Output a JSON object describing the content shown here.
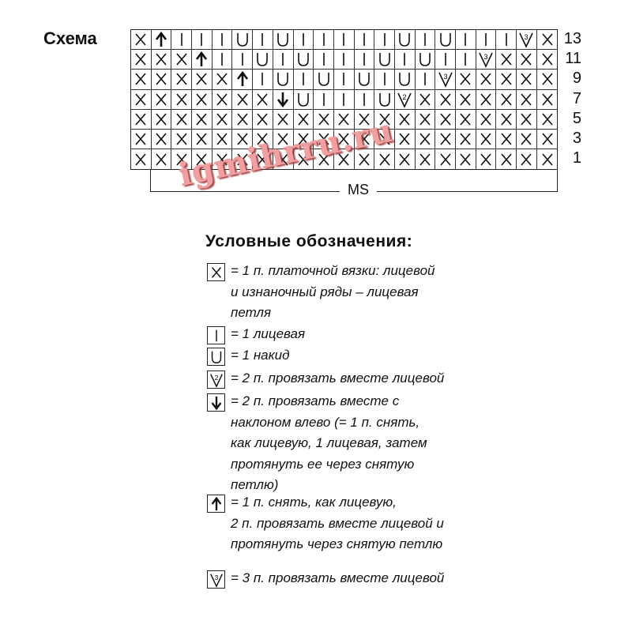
{
  "title": "Схема",
  "chart": {
    "rows": [
      {
        "label": "13",
        "cells": [
          "X",
          "up",
          "I",
          "I",
          "I",
          "U",
          "I",
          "U",
          "I",
          "I",
          "I",
          "I",
          "I",
          "U",
          "I",
          "U",
          "I",
          "I",
          "I",
          "v3",
          "X"
        ]
      },
      {
        "label": "11",
        "cells": [
          "X",
          "X",
          "X",
          "up",
          "I",
          "I",
          "U",
          "I",
          "U",
          "I",
          "I",
          "I",
          "U",
          "I",
          "U",
          "I",
          "I",
          "v3",
          "X",
          "X",
          "X"
        ]
      },
      {
        "label": "9",
        "cells": [
          "X",
          "X",
          "X",
          "X",
          "X",
          "up",
          "I",
          "U",
          "I",
          "U",
          "I",
          "U",
          "I",
          "U",
          "I",
          "v3",
          "X",
          "X",
          "X",
          "X",
          "X"
        ]
      },
      {
        "label": "7",
        "cells": [
          "X",
          "X",
          "X",
          "X",
          "X",
          "X",
          "X",
          "down",
          "U",
          "I",
          "I",
          "I",
          "U",
          "v2",
          "X",
          "X",
          "X",
          "X",
          "X",
          "X",
          "X"
        ]
      },
      {
        "label": "5",
        "cells": [
          "X",
          "X",
          "X",
          "X",
          "X",
          "X",
          "X",
          "X",
          "X",
          "X",
          "X",
          "X",
          "X",
          "X",
          "X",
          "X",
          "X",
          "X",
          "X",
          "X",
          "X"
        ]
      },
      {
        "label": "3",
        "cells": [
          "X",
          "X",
          "X",
          "X",
          "X",
          "X",
          "X",
          "X",
          "X",
          "X",
          "X",
          "X",
          "X",
          "X",
          "X",
          "X",
          "X",
          "X",
          "X",
          "X",
          "X"
        ]
      },
      {
        "label": "1",
        "cells": [
          "X",
          "X",
          "X",
          "X",
          "X",
          "X",
          "X",
          "X",
          "X",
          "X",
          "X",
          "X",
          "X",
          "X",
          "X",
          "X",
          "X",
          "X",
          "X",
          "X",
          "X"
        ]
      }
    ],
    "repeat_label": "MS"
  },
  "watermark": "igmihrru.ru",
  "legend": {
    "title": "Условные обозначения:",
    "items": [
      {
        "symbol": "X",
        "lines": [
          "= 1 п. платочной вязки: лицевой",
          "и изнаночный ряды – лицевая",
          "петля"
        ]
      },
      {
        "symbol": "I",
        "lines": [
          "= 1 лицевая"
        ]
      },
      {
        "symbol": "U",
        "lines": [
          "= 1 накид"
        ]
      },
      {
        "symbol": "v2",
        "lines": [
          "= 2 п. провязать вместе лицевой"
        ]
      },
      {
        "symbol": "down",
        "lines": [
          "= 2 п. провязать вместе с",
          "наклоном влево (= 1 п. снять,",
          "как лицевую, 1 лицевая, затем",
          "протянуть ее через снятую",
          "петлю)"
        ]
      },
      {
        "symbol": "up",
        "lines": [
          "= 1 п. снять, как лицевую,",
          "2 п. провязать вместе лицевой и",
          "протянуть через снятую петлю"
        ]
      },
      {
        "symbol": "v3",
        "lines": [
          "= 3 п. провязать вместе лицевой"
        ]
      }
    ]
  }
}
